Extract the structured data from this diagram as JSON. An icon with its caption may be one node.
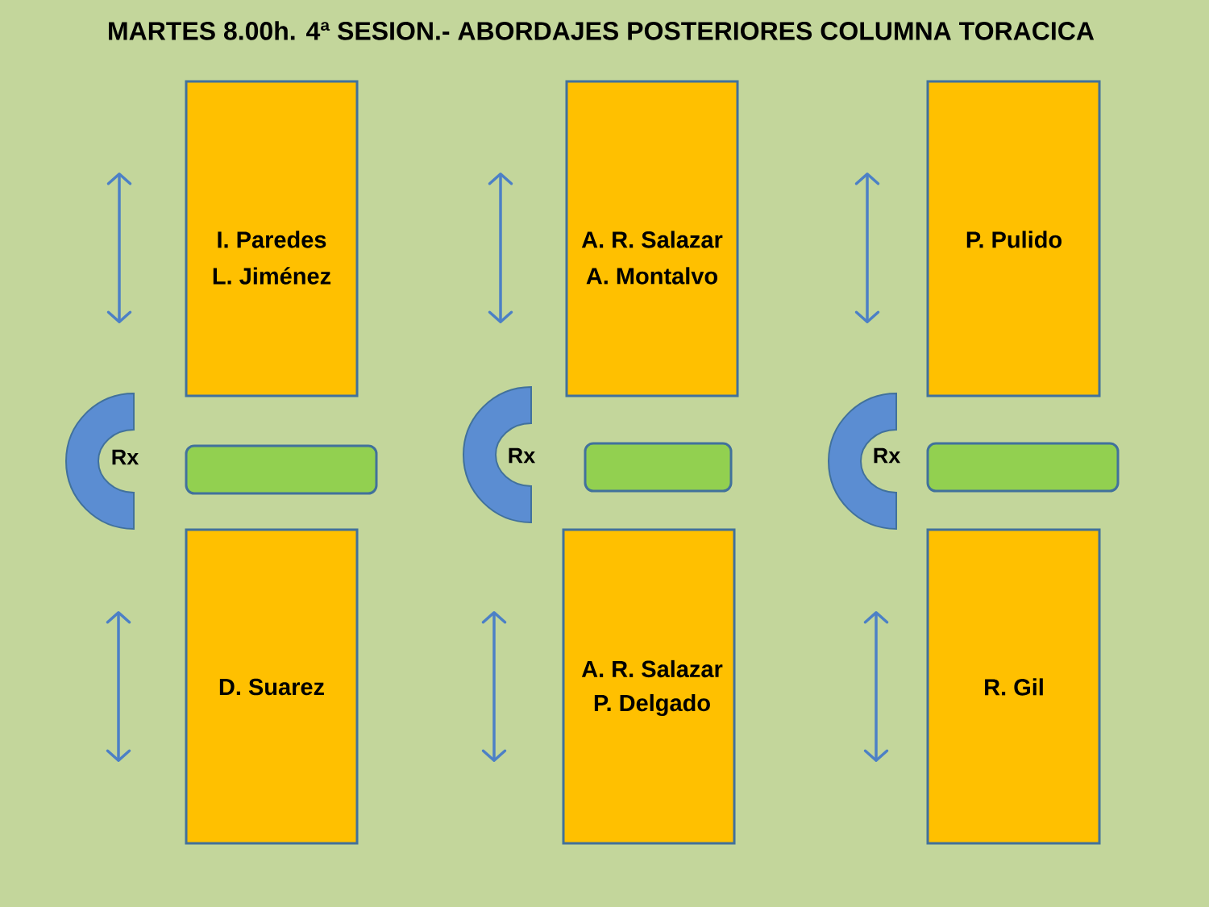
{
  "diagram": {
    "title": "MARTES 8.00h. 4ª SESION.- ABORDAJES POSTERIORES COLUMNA TORACICA",
    "nodes": [
      {
        "text": [
          "I. Paredes",
          "L. Jiménez"
        ]
      },
      {
        "text": [
          "A. R. Salazar",
          "A. Montalvo"
        ]
      },
      {
        "text": [
          "P. Pulido"
        ]
      },
      {
        "text": [
          "Rx"
        ]
      },
      {
        "text": [],
        "shape": "box"
      },
      {
        "text": [
          "Rx"
        ]
      },
      {
        "text": [],
        "shape": "box"
      },
      {
        "text": [
          "Rx"
        ]
      },
      {
        "text": [],
        "shape": "box"
      },
      {
        "text": [
          "D. Suarez"
        ]
      },
      {
        "text": [
          "A. R. Salazar",
          "P. Delgado"
        ]
      },
      {
        "text": [
          "R. Gil"
        ]
      }
    ]
  }
}
